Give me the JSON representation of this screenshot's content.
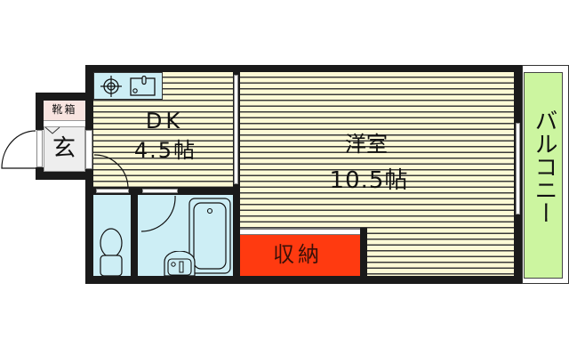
{
  "floorplan": {
    "rooms": {
      "dk": {
        "name": "DK",
        "size": "4.5帖"
      },
      "western": {
        "name": "洋室",
        "size": "10.5帖"
      },
      "storage": {
        "name": "収納"
      },
      "entrance": {
        "name": "玄"
      },
      "shoe_box": {
        "name": "靴箱"
      },
      "balcony": {
        "name": "バルコニー"
      }
    },
    "colors": {
      "floor": "#fdfad6",
      "wet_area": "#cdeef5",
      "storage": "#ff3a10",
      "balcony": "#ccf5a0",
      "shoe_box": "#f8e4e0",
      "entrance": "#eeeeee",
      "wall": "#1a1a1a"
    }
  }
}
